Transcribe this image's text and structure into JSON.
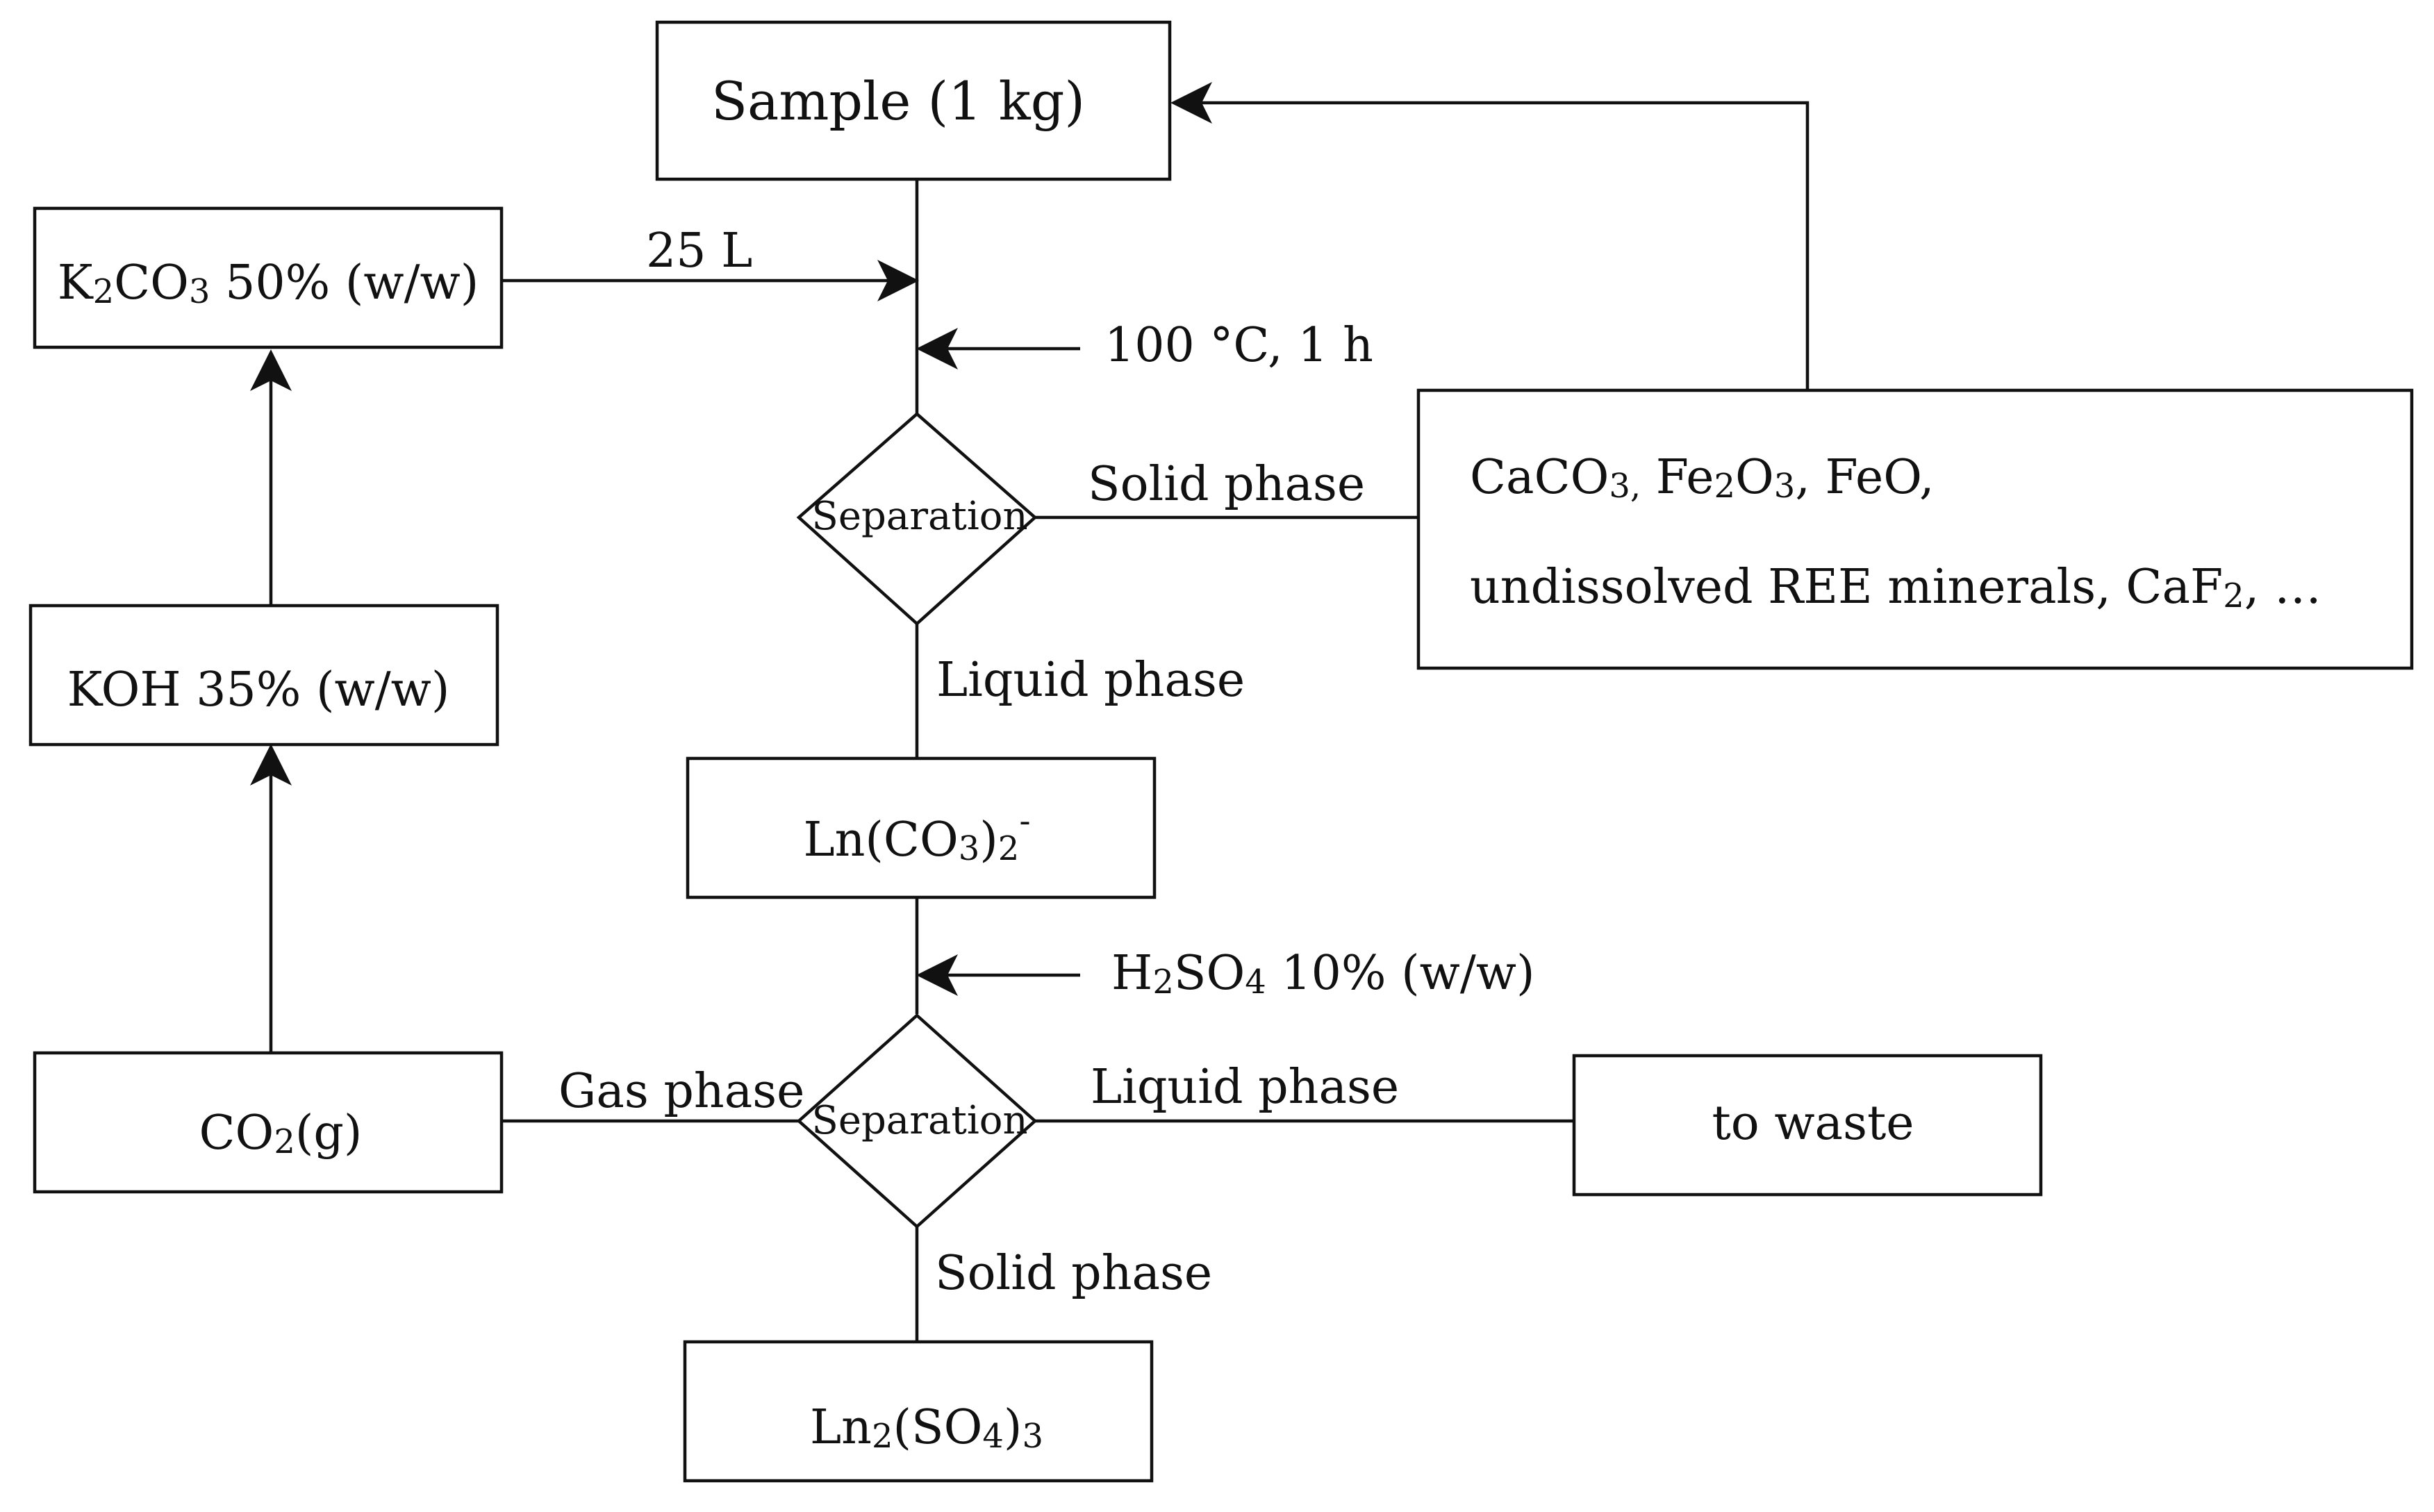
{
  "colors": {
    "stroke": "#111111",
    "background": "#ffffff"
  },
  "nodes": {
    "sample": "Sample (1 kg)",
    "k2co3": {
      "a": "K",
      "s1": "2",
      "b": "CO",
      "s2": "3",
      "c": " 50% (w/w)"
    },
    "koh": "KOH 35% (w/w)",
    "co2": {
      "a": "CO",
      "s1": "2",
      "b": "(g)"
    },
    "separation_top": "Separation",
    "separation_bottom": "Separation",
    "residue_line1": {
      "a": "CaCO",
      "s1": "3,",
      "b": " Fe",
      "s2": "2",
      "c": "O",
      "s3": "3",
      "d": ", FeO,"
    },
    "residue_line2": {
      "a": "undissolved REE minerals, CaF",
      "s1": "2",
      "b": ", …"
    },
    "carbonate_complex": {
      "a": "Ln(CO",
      "s1": "3",
      "b": ")",
      "s2": "2",
      "sup": "-"
    },
    "waste": "to waste",
    "sulfate": {
      "a": "Ln",
      "s1": "2",
      "b": "(SO",
      "s2": "4",
      "c": ")",
      "s3": "3"
    }
  },
  "edge_labels": {
    "volume": "25 L",
    "conditions": "100 °C, 1 h",
    "solid_phase_top": "Solid phase",
    "liquid_phase_top": "Liquid phase",
    "acid": {
      "a": "H",
      "s1": "2",
      "b": "SO",
      "s2": "4",
      "c": " 10% (w/w)"
    },
    "gas_phase": "Gas phase",
    "liquid_phase_bottom": "Liquid phase",
    "solid_phase_bottom": "Solid phase"
  }
}
